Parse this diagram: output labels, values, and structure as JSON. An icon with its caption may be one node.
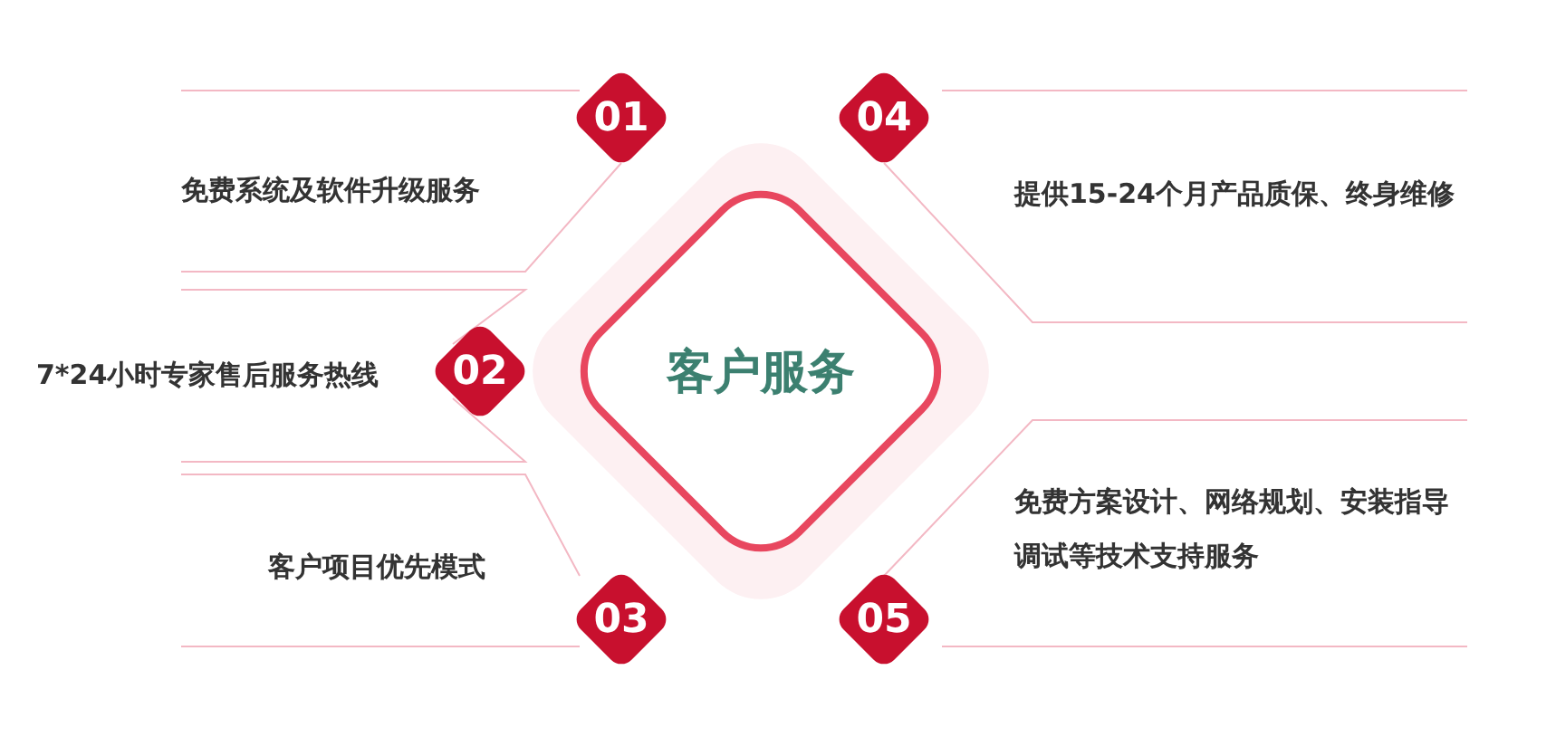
{
  "diagram": {
    "nodes": [
      {
        "text": [
          "客户服务"
        ]
      },
      {
        "text": [
          "01"
        ]
      },
      {
        "text": [
          "02"
        ]
      },
      {
        "text": [
          "03"
        ]
      },
      {
        "text": [
          "04"
        ]
      },
      {
        "text": [
          "05"
        ]
      }
    ],
    "labels": [
      "免费系统及软件升级服务",
      "7*24小时专家售后服务热线",
      "客户项目优先模式",
      "提供15-24个月产品质保、终身维修",
      "免费方案设计、网络规划、安装指导调试等技术支持服务"
    ]
  }
}
